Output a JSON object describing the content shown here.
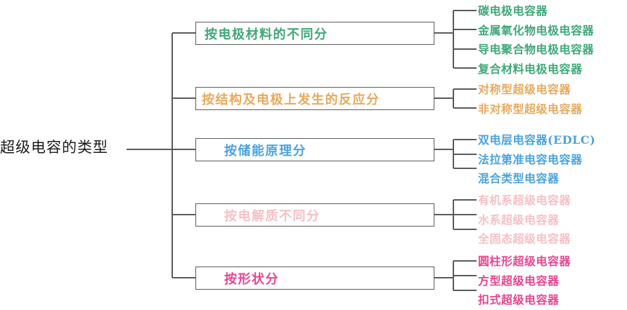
{
  "diagram": {
    "type": "mind-map",
    "root": {
      "label": "超级电容的类型"
    },
    "colors": {
      "line": "#5a5a5a",
      "root_text": "#1a1a1a",
      "green": "#3fa878",
      "orange": "#e8a95c",
      "blue": "#4aa3e0",
      "pink_light": "#f6c0c5",
      "magenta": "#e8458f"
    },
    "branches": [
      {
        "label": "按电极材料的不同分",
        "color": "#3fa878",
        "text_indent": "12px",
        "leaves": [
          "碳电极电容器",
          "金属氧化物电极电容器",
          "导电聚合物电极电容器",
          "复合材料电极电容器"
        ]
      },
      {
        "label": "按结构及电极上发生的反应分",
        "color": "#e8a95c",
        "text_indent": "8px",
        "leaves": [
          "对称型超级电容器",
          "非对称型超级电容器"
        ]
      },
      {
        "label": "按储能原理分",
        "color": "#4aa3e0",
        "text_indent": "40px",
        "leaves": [
          "双电层电容器(EDLC)",
          "法拉第准电容电容器",
          "混合类型电容器"
        ]
      },
      {
        "label": "按电解质不同分",
        "color": "#f6c0c5",
        "text_indent": "40px",
        "leaves": [
          "有机系超级电容器",
          "水系超级电容器",
          "全固态超级电容器"
        ]
      },
      {
        "label": "按形状分",
        "color": "#e8458f",
        "text_indent": "40px",
        "leaves": [
          "圆柱形超级电容器",
          "方型超级电容器",
          "扣式超级电容器"
        ]
      }
    ]
  }
}
